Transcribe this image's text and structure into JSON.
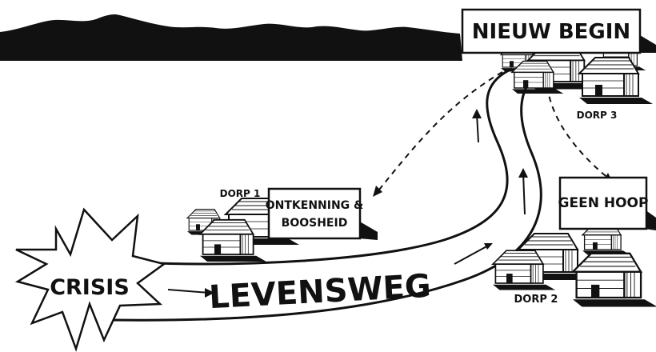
{
  "labels": {
    "crisis": "CRISIS",
    "road": "LEVENSWEG",
    "sign_denial": [
      "ONTKENNING &",
      "BOOSHEID"
    ],
    "sign_new_start": "NIEUW BEGIN",
    "sign_no_hope": "GEEN HOOP",
    "village_1": "DORP 1",
    "village_2": "DORP 2",
    "village_3": "DORP 3"
  },
  "colors": {
    "ink": "#111111",
    "paper": "#ffffff"
  }
}
